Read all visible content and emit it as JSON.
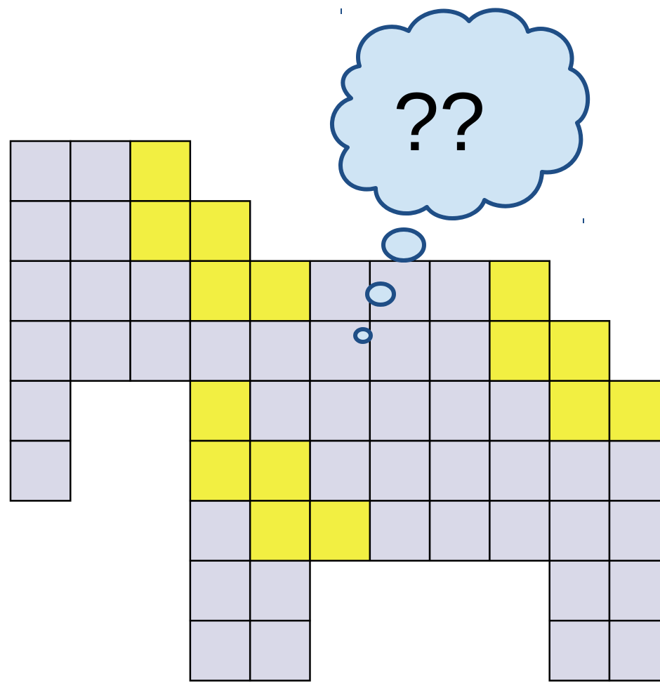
{
  "thought_cloud": {
    "text": "??"
  },
  "colors": {
    "cell_plain": "#d9d9e8",
    "cell_highlight": "#f2ef42",
    "cell_border": "#000000",
    "cloud_fill": "#cfe4f4",
    "cloud_outline": "#1f4e86"
  },
  "grid": {
    "rows": [
      {
        "row": 0,
        "cols": [
          0,
          1,
          2
        ],
        "yellow": [
          2
        ]
      },
      {
        "row": 1,
        "cols": [
          0,
          1,
          2,
          3
        ],
        "yellow": [
          2,
          3
        ]
      },
      {
        "row": 2,
        "cols": [
          0,
          1,
          2,
          3,
          4,
          5,
          6,
          7,
          8
        ],
        "yellow": [
          3,
          4,
          8
        ]
      },
      {
        "row": 3,
        "cols": [
          0,
          1,
          2,
          3,
          4,
          5,
          6,
          7,
          8,
          9
        ],
        "yellow": [
          8,
          9
        ]
      },
      {
        "row": 4,
        "cols": [
          0,
          3,
          4,
          5,
          6,
          7,
          8,
          9,
          10
        ],
        "yellow": [
          3,
          9,
          10
        ]
      },
      {
        "row": 5,
        "cols": [
          0,
          3,
          4,
          5,
          6,
          7,
          8,
          9,
          10
        ],
        "yellow": [
          3,
          4
        ]
      },
      {
        "row": 6,
        "cols": [
          3,
          4,
          5,
          6,
          7,
          8,
          9,
          10
        ],
        "yellow": [
          4,
          5
        ]
      },
      {
        "row": 7,
        "cols": [
          3,
          4,
          9,
          10
        ],
        "yellow": []
      },
      {
        "row": 8,
        "cols": [
          3,
          4,
          9,
          10
        ],
        "yellow": []
      }
    ]
  }
}
